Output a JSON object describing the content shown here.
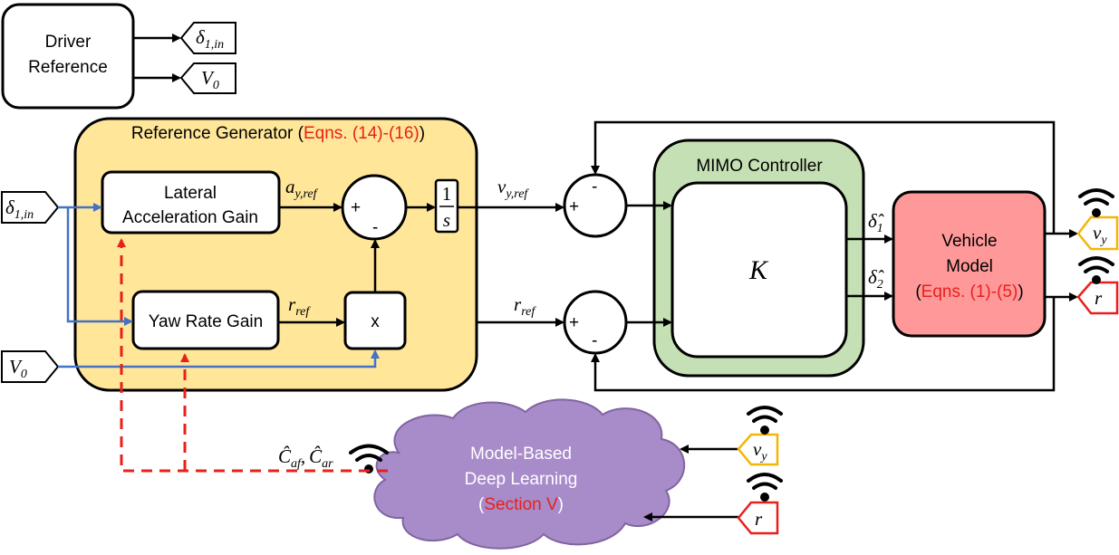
{
  "driver": {
    "line1": "Driver",
    "line2": "Reference"
  },
  "driver_outputs": {
    "delta": "δ",
    "delta_sub": "1,in",
    "v": "V",
    "v_sub": "0"
  },
  "ref_gen": {
    "title_black": "Reference Generator (",
    "title_red": "Eqns. (14)-(16)",
    "title_close": ")"
  },
  "lat_gain": {
    "line1": "Lateral",
    "line2": "Acceleration Gain"
  },
  "yaw_gain": {
    "label": "Yaw Rate Gain"
  },
  "mult": {
    "label": "x"
  },
  "integrator": {
    "num": "1",
    "den": "s"
  },
  "signs": {
    "plus": "+",
    "minus": "-"
  },
  "signals": {
    "ay": "a",
    "ay_sub": "y,ref",
    "rref": "r",
    "rref_sub": "ref",
    "vyref": "v",
    "vyref_sub": "y,ref",
    "rref2": "r",
    "rref2_sub": "ref",
    "d1": "δ̂",
    "d1_sub": "1",
    "d2": "δ̂",
    "d2_sub": "2",
    "caf": "Ĉ",
    "caf_sub": "af",
    "comma": ",",
    "car": "Ĉ",
    "car_sub": "ar"
  },
  "inputs": {
    "delta": "δ",
    "delta_sub": "1,in",
    "v": "V",
    "v_sub": "0"
  },
  "mimo": {
    "title": "MIMO Controller",
    "k": "K"
  },
  "vehicle": {
    "line1": "Vehicle",
    "line2": "Model",
    "eq_open": "(",
    "eq_red": "Eqns. (1)-(5)",
    "eq_close": ")"
  },
  "outputs": {
    "vy": "v",
    "vy_sub": "y",
    "r": "r"
  },
  "learning": {
    "line1": "Model-Based",
    "line2": "Deep Learning",
    "open": "(",
    "red": "Section V",
    "close": ")"
  },
  "colors": {
    "yellow_fill": "#ffe699",
    "green_fill": "#c5e0b4",
    "red_fill": "#ff9999",
    "purple_fill": "#a88bc9",
    "blue_line": "#4472c4",
    "red_dash": "#e8201a",
    "red_text": "#e8201a"
  }
}
